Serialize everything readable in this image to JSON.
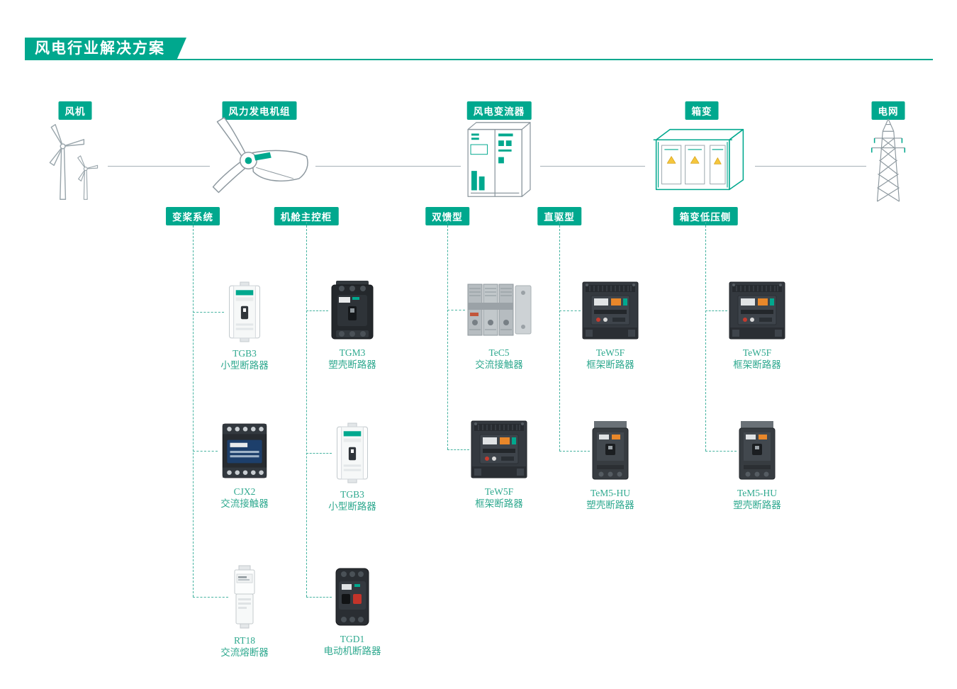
{
  "page": {
    "title": "风电行业解决方案"
  },
  "colors": {
    "accent": "#00A88E",
    "caption_teal": "#2FA98F",
    "flow_line_gray": "#a7b1b7",
    "dashed_teal": "#45b3a0",
    "warning_yellow": "#f5c63c"
  },
  "flow": {
    "stations": [
      {
        "id": "fan",
        "label": "风机",
        "icon": "wind-turbine-icon"
      },
      {
        "id": "generator-set",
        "label": "风力发电机组",
        "icon": "nacelle-icon"
      },
      {
        "id": "converter",
        "label": "风电变流器",
        "icon": "converter-cabinet-icon"
      },
      {
        "id": "box-transformer",
        "label": "箱变",
        "icon": "box-substation-icon"
      },
      {
        "id": "grid",
        "label": "电网",
        "icon": "transmission-tower-icon"
      }
    ]
  },
  "categories": [
    {
      "id": "pitch-system",
      "label": "变桨系统",
      "products": [
        {
          "model": "TGB3",
          "name": "小型断路器",
          "icon": "miniature-circuit-breaker-icon"
        },
        {
          "model": "CJX2",
          "name": "交流接触器",
          "icon": "ac-contactor-dark-icon"
        },
        {
          "model": "RT18",
          "name": "交流熔断器",
          "icon": "ac-fuse-icon"
        }
      ]
    },
    {
      "id": "nacelle-main-control",
      "label": "机舱主控柜",
      "products": [
        {
          "model": "TGM3",
          "name": "塑壳断路器",
          "icon": "molded-case-breaker-icon"
        },
        {
          "model": "TGB3",
          "name": "小型断路器",
          "icon": "miniature-circuit-breaker-icon"
        },
        {
          "model": "TGD1",
          "name": "电动机断路器",
          "icon": "motor-breaker-icon"
        }
      ]
    },
    {
      "id": "doubly-fed",
      "label": "双馈型",
      "products": [
        {
          "model": "TeC5",
          "name": "交流接触器",
          "icon": "ac-contactor-gray-icon"
        },
        {
          "model": "TeW5F",
          "name": "框架断路器",
          "icon": "air-circuit-breaker-icon"
        }
      ]
    },
    {
      "id": "direct-drive",
      "label": "直驱型",
      "products": [
        {
          "model": "TeW5F",
          "name": "框架断路器",
          "icon": "air-circuit-breaker-icon"
        },
        {
          "model": "TeM5-HU",
          "name": "塑壳断路器",
          "icon": "molded-case-breaker-hu-icon"
        }
      ]
    },
    {
      "id": "box-transformer-lv-side",
      "label": "箱变低压侧",
      "products": [
        {
          "model": "TeW5F",
          "name": "框架断路器",
          "icon": "air-circuit-breaker-icon"
        },
        {
          "model": "TeM5-HU",
          "name": "塑壳断路器",
          "icon": "molded-case-breaker-hu-icon"
        }
      ]
    }
  ]
}
